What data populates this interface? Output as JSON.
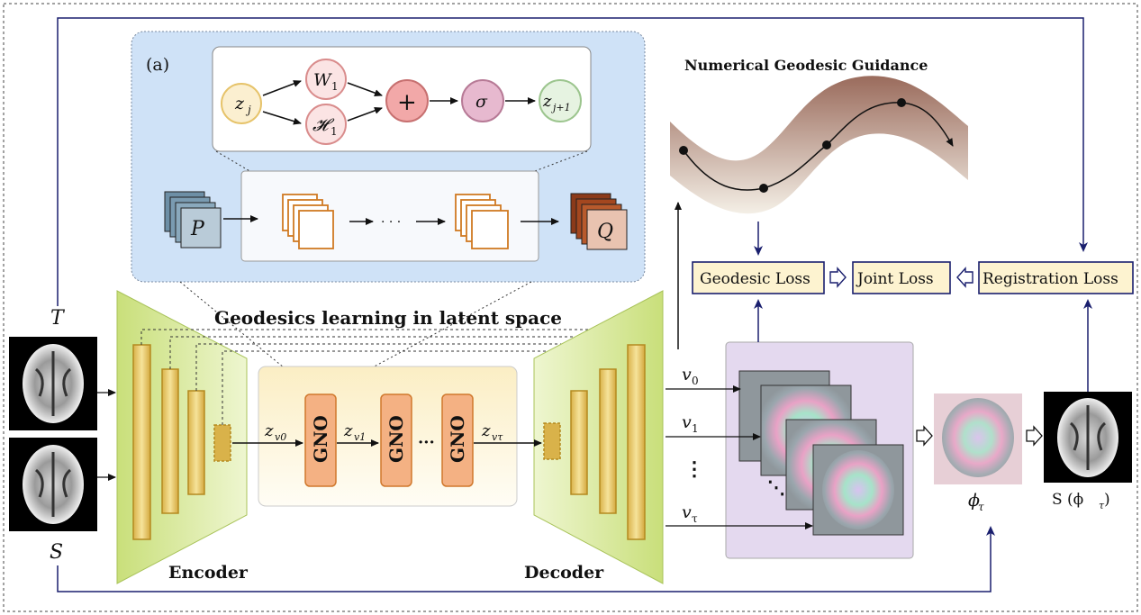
{
  "panel_a": {
    "label": "(a)",
    "nodes": {
      "z_j": "z",
      "z_j_sub": "j",
      "w1": "W",
      "w1_sub": "1",
      "h1": "𝓗",
      "h1_sub": "1",
      "plus": "+",
      "sigma": "σ",
      "z_next": "z",
      "z_next_sub": "j+1"
    },
    "P": "P",
    "Q": "Q",
    "ellipsis": "· · ·"
  },
  "title_geodesic_guidance": "Numerical Geodesic Guidance",
  "title_latent": "Geodesics learning in latent space",
  "inputs": {
    "T": "T",
    "S": "S"
  },
  "encoder_label": "Encoder",
  "decoder_label": "Decoder",
  "gno_label": "GNO",
  "latent": {
    "zv0": "z",
    "zv0_sub": "v0",
    "zv1": "z",
    "zv1_sub": "v1",
    "zvt": "z",
    "zvt_sub": "vτ",
    "dots": "···"
  },
  "velocities": {
    "v0": "v",
    "v0_sub": "0",
    "v1": "v",
    "v1_sub": "1",
    "vt": "v",
    "vt_sub": "τ",
    "vdots": "⋮",
    "ddots": "⋱"
  },
  "losses": {
    "geodesic": "Geodesic Loss",
    "joint": "Joint  Loss",
    "registration": "Registration Loss"
  },
  "phi_label": "ϕ",
  "phi_sub": "τ",
  "warped_label": "S (ϕ",
  "warped_sub": "τ",
  "warped_close": ")",
  "colors": {
    "blue_panel": "#cfe2f7",
    "encoder_green": "#d8ea9a",
    "gno_fill": "#f4b183",
    "latent_panel": "#fdf1c7",
    "vel_panel": "#e4d9ef",
    "loss_fill": "#fdf3d0",
    "arrow_navy": "#1a1f6e",
    "bar_gold": "#e6c35a"
  }
}
